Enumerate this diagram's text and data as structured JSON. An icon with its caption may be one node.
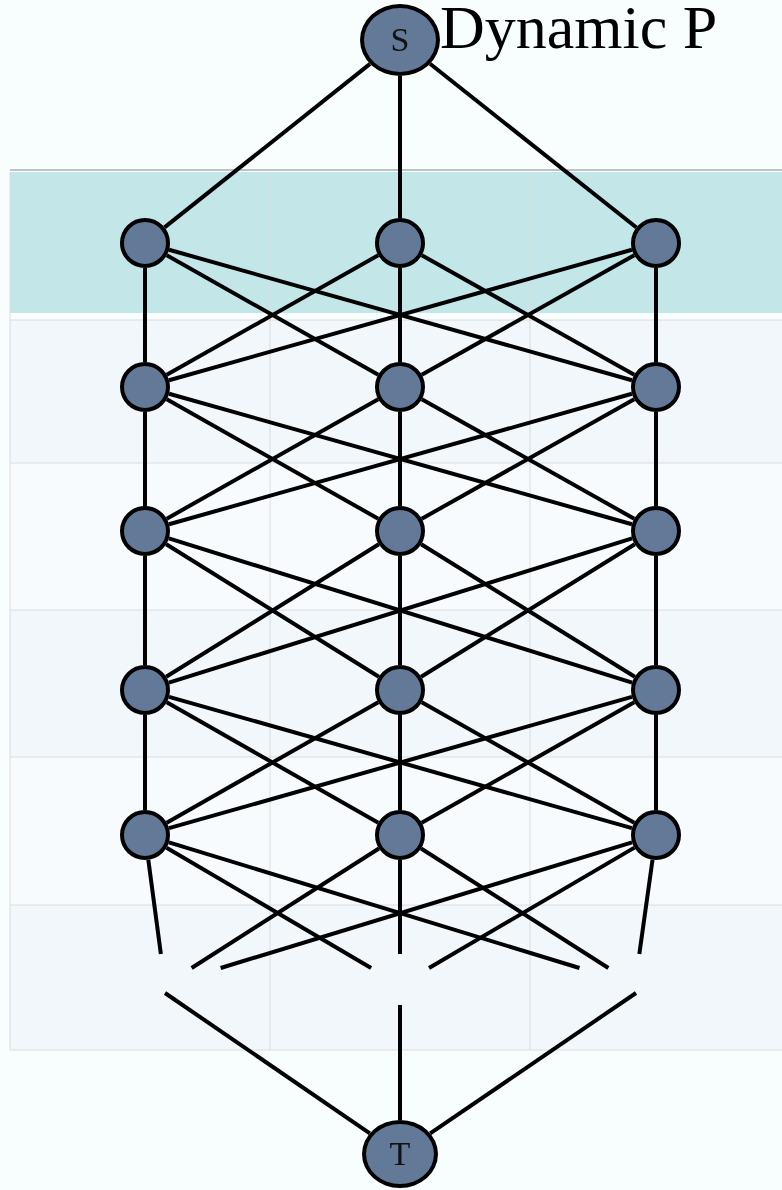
{
  "diagram": {
    "title": "Dynamic P",
    "nodes": [
      {
        "text": [
          "S"
        ]
      },
      {
        "text": [],
        "shape": "circle"
      },
      {
        "text": [],
        "shape": "circle"
      },
      {
        "text": [],
        "shape": "circle"
      },
      {
        "text": [],
        "shape": "circle"
      },
      {
        "text": [],
        "shape": "circle"
      },
      {
        "text": [],
        "shape": "circle"
      },
      {
        "text": [],
        "shape": "circle"
      },
      {
        "text": [],
        "shape": "circle"
      },
      {
        "text": [],
        "shape": "circle"
      },
      {
        "text": [],
        "shape": "circle"
      },
      {
        "text": [],
        "shape": "circle"
      },
      {
        "text": [],
        "shape": "circle"
      },
      {
        "text": [],
        "shape": "circle"
      },
      {
        "text": [],
        "shape": "circle"
      },
      {
        "text": [],
        "shape": "circle"
      },
      {
        "text": [
          "T"
        ]
      }
    ],
    "edges": [
      {
        "from": 0,
        "to": 1,
        "arrow": "none"
      },
      {
        "from": 0,
        "to": 2,
        "arrow": "none"
      },
      {
        "from": 0,
        "to": 3,
        "arrow": "none"
      },
      {
        "from": 1,
        "to": 4,
        "arrow": "none"
      },
      {
        "from": 1,
        "to": 5,
        "arrow": "none"
      },
      {
        "from": 1,
        "to": 6,
        "arrow": "none"
      },
      {
        "from": 2,
        "to": 4,
        "arrow": "none"
      },
      {
        "from": 2,
        "to": 5,
        "arrow": "none"
      },
      {
        "from": 2,
        "to": 6,
        "arrow": "none"
      },
      {
        "from": 3,
        "to": 4,
        "arrow": "none"
      },
      {
        "from": 3,
        "to": 5,
        "arrow": "none"
      },
      {
        "from": 3,
        "to": 6,
        "arrow": "none"
      },
      {
        "from": 4,
        "to": 7,
        "arrow": "none"
      },
      {
        "from": 4,
        "to": 8,
        "arrow": "none"
      },
      {
        "from": 4,
        "to": 9,
        "arrow": "none"
      },
      {
        "from": 5,
        "to": 7,
        "arrow": "none"
      },
      {
        "from": 5,
        "to": 8,
        "arrow": "none"
      },
      {
        "from": 5,
        "to": 9,
        "arrow": "none"
      },
      {
        "from": 6,
        "to": 7,
        "arrow": "none"
      },
      {
        "from": 6,
        "to": 8,
        "arrow": "none"
      },
      {
        "from": 6,
        "to": 9,
        "arrow": "none"
      },
      {
        "from": 7,
        "to": 10,
        "arrow": "none"
      },
      {
        "from": 7,
        "to": 11,
        "arrow": "none"
      },
      {
        "from": 7,
        "to": 12,
        "arrow": "none"
      },
      {
        "from": 8,
        "to": 10,
        "arrow": "none"
      },
      {
        "from": 8,
        "to": 11,
        "arrow": "none"
      },
      {
        "from": 8,
        "to": 12,
        "arrow": "none"
      },
      {
        "from": 9,
        "to": 10,
        "arrow": "none"
      },
      {
        "from": 9,
        "to": 11,
        "arrow": "none"
      },
      {
        "from": 9,
        "to": 12,
        "arrow": "none"
      },
      {
        "from": 10,
        "to": 13,
        "arrow": "none"
      },
      {
        "from": 10,
        "to": 14,
        "arrow": "none"
      },
      {
        "from": 10,
        "to": 15,
        "arrow": "none"
      },
      {
        "from": 11,
        "to": 13,
        "arrow": "none"
      },
      {
        "from": 11,
        "to": 14,
        "arrow": "none"
      },
      {
        "from": 11,
        "to": 15,
        "arrow": "none"
      },
      {
        "from": 12,
        "to": 13,
        "arrow": "none"
      },
      {
        "from": 12,
        "to": 14,
        "arrow": "none"
      },
      {
        "from": 12,
        "to": 15,
        "arrow": "none"
      },
      {
        "from": 13,
        "to": null,
        "arrow": "none"
      },
      {
        "from": 13,
        "to": null,
        "arrow": "none"
      },
      {
        "from": 13,
        "to": null,
        "arrow": "none"
      },
      {
        "from": 14,
        "to": null,
        "arrow": "none"
      },
      {
        "from": 14,
        "to": null,
        "arrow": "none"
      },
      {
        "from": 14,
        "to": null,
        "arrow": "none"
      },
      {
        "from": 15,
        "to": null,
        "arrow": "none"
      },
      {
        "from": 15,
        "to": null,
        "arrow": "none"
      },
      {
        "from": 15,
        "to": null,
        "arrow": "none"
      },
      {
        "from": null,
        "to": 16,
        "arrow": "none"
      },
      {
        "from": null,
        "to": 16,
        "arrow": "none"
      },
      {
        "from": null,
        "to": 16,
        "arrow": "none"
      }
    ]
  }
}
